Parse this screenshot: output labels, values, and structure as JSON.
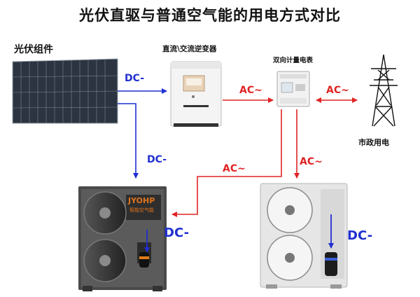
{
  "title": "光伏直驱与普通空气能的用电方式对比",
  "components": {
    "solar_panel": "光伏组件",
    "inverter": "直流\\交流逆变器",
    "meter": "双向计量电表",
    "grid": "市政用电"
  },
  "flows": {
    "dc_panel_to_inverter": "DC-",
    "dc_panel_to_heatpump": "DC-",
    "ac_inverter_to_meter": "AC~",
    "ac_meter_grid": "AC~",
    "ac_meter_to_heatpump": "AC~",
    "ac_meter_to_normal_unit": "AC~",
    "dc_heatpump_internal": "DC-",
    "dc_normal_internal": "DC-"
  },
  "brand": {
    "name": "JYOHP",
    "subtitle": "智能空气能"
  },
  "colors": {
    "dc": "#1f2fd0",
    "ac": "#e02424"
  }
}
